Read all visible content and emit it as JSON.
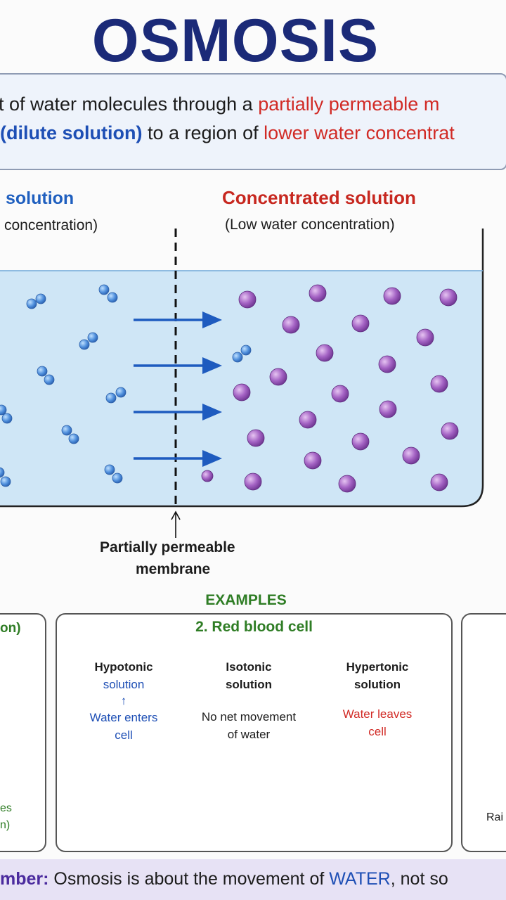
{
  "title": "OSMOSIS",
  "definition": {
    "line1_a": "t of water molecules through a ",
    "line1_b": "partially permeable m",
    "line2_a": " (dilute solution)",
    "line2_b": " to a region of ",
    "line2_c": "lower water concentrat"
  },
  "left_solution": {
    "heading": "solution",
    "sub": "concentration)"
  },
  "right_solution": {
    "heading": "Concentrated solution",
    "sub": "(Low water concentration)"
  },
  "membrane_label": {
    "line1": "Partially permeable",
    "line2": "membrane"
  },
  "examples_heading": "EXAMPLES",
  "left_card": {
    "title": "on)",
    "line1": "es",
    "line2": "n)"
  },
  "rbc_card": {
    "title": "2. Red blood cell",
    "columns": [
      {
        "head1": "Hypotonic",
        "head2": "solution",
        "arrow": "↑",
        "desc1": "Water enters",
        "desc2": "cell",
        "color": "#1e4fb5"
      },
      {
        "head1": "Isotonic",
        "head2": "solution",
        "desc1": "No net movement",
        "desc2": "of water",
        "color": "#1c1c1c"
      },
      {
        "head1": "Hypertonic",
        "head2": "solution",
        "desc1": "Water leaves",
        "desc2": "cell",
        "color": "#d12a25"
      }
    ]
  },
  "right_card": {
    "label": "Rai"
  },
  "footer": {
    "label": "mber:",
    "text_a": " Osmosis is about the movement of ",
    "highlight": "WATER",
    "text_b": ", not so"
  },
  "colors": {
    "title": "#1b2a78",
    "water": "#3f7fd3",
    "solute": "#9b59b6",
    "tank": "#cfe6f6",
    "arrow": "#1e5bbf",
    "rbc": "#d8231c"
  }
}
